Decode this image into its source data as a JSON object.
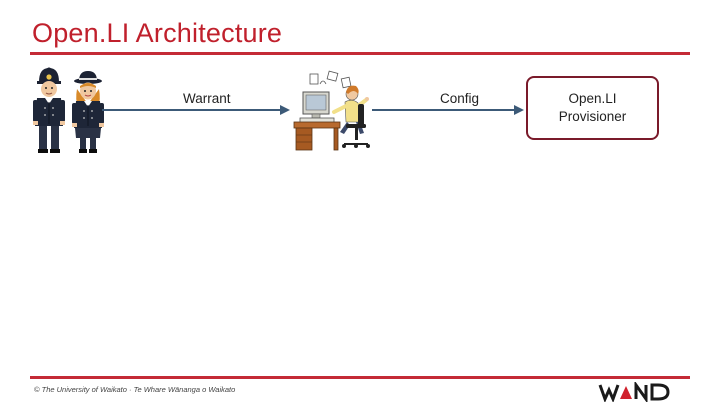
{
  "slide": {
    "title": "Open.LI Architecture",
    "footer": "© The University of Waikato · Te Whare Wānanga o Waikato"
  },
  "diagram": {
    "nodes": {
      "police": {
        "icon": "police-officers-icon"
      },
      "operator": {
        "icon": "office-worker-computer-icon"
      },
      "provisioner": {
        "line1": "Open.LI",
        "line2": "Provisioner"
      }
    },
    "edges": {
      "warrant": {
        "label": "Warrant"
      },
      "config": {
        "label": "Config"
      }
    }
  },
  "branding": {
    "logo": {
      "icon": "wand-logo",
      "text": "WAND"
    }
  },
  "colors": {
    "accent": "#c42a36",
    "title": "#c0202c",
    "arrow": "#3c5a78",
    "box_border": "#7a1a2a"
  }
}
